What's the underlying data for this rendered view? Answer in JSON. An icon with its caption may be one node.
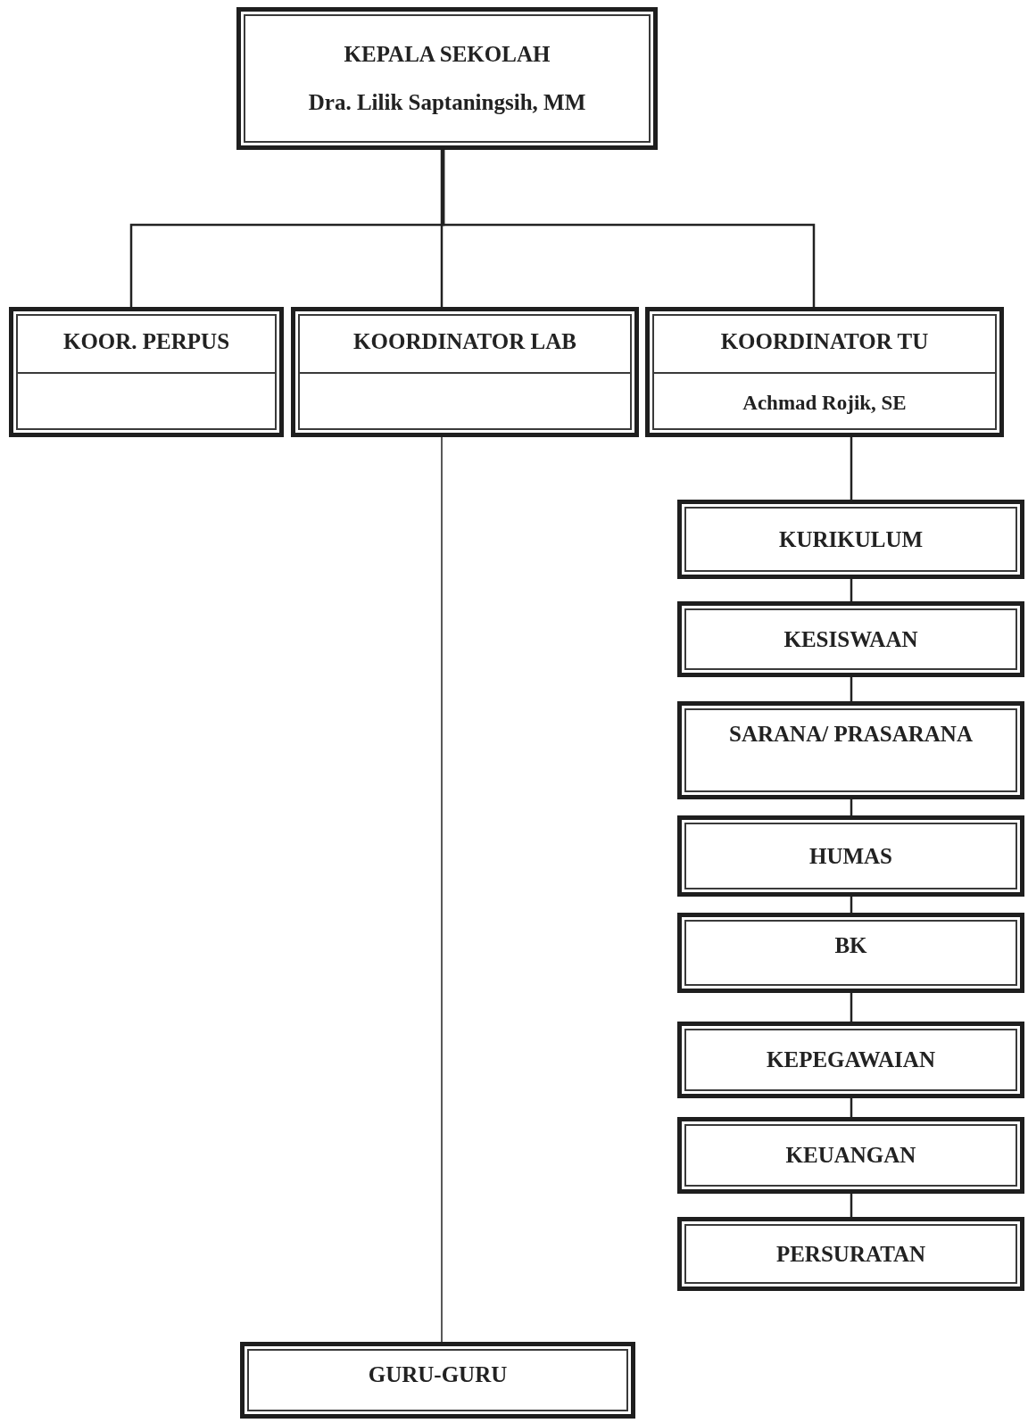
{
  "diagram": {
    "nodes": [
      {
        "text": [
          "KEPALA SEKOLAH",
          "Dra. Lilik Saptaningsih, MM"
        ]
      },
      {
        "text": [
          "KOOR. PERPUS"
        ]
      },
      {
        "text": [
          "KOORDINATOR LAB"
        ]
      },
      {
        "text": [
          "KOORDINATOR TU",
          "Achmad Rojik, SE"
        ]
      },
      {
        "text": [
          "KURIKULUM"
        ]
      },
      {
        "text": [
          "KESISWAAN"
        ]
      },
      {
        "text": [
          "SARANA/ PRASARANA"
        ]
      },
      {
        "text": [
          "HUMAS"
        ]
      },
      {
        "text": [
          "BK"
        ]
      },
      {
        "text": [
          "KEPEGAWAIAN"
        ]
      },
      {
        "text": [
          "KEUANGAN"
        ]
      },
      {
        "text": [
          "PERSURATAN"
        ]
      },
      {
        "text": [
          "GURU-GURU"
        ]
      }
    ],
    "edges": [
      {
        "from": 0,
        "to": 1,
        "arrow": "none"
      },
      {
        "from": 0,
        "to": 2,
        "arrow": "none"
      },
      {
        "from": 0,
        "to": 3,
        "arrow": "none"
      },
      {
        "from": 2,
        "to": 12,
        "arrow": "none"
      },
      {
        "from": 3,
        "to": 4,
        "arrow": "none"
      },
      {
        "from": 4,
        "to": 5,
        "arrow": "none"
      },
      {
        "from": 5,
        "to": 6,
        "arrow": "none"
      },
      {
        "from": 6,
        "to": 7,
        "arrow": "none"
      },
      {
        "from": 7,
        "to": 8,
        "arrow": "none"
      },
      {
        "from": 8,
        "to": 9,
        "arrow": "none"
      },
      {
        "from": 9,
        "to": 10,
        "arrow": "none"
      },
      {
        "from": 10,
        "to": 11,
        "arrow": "none"
      }
    ]
  }
}
